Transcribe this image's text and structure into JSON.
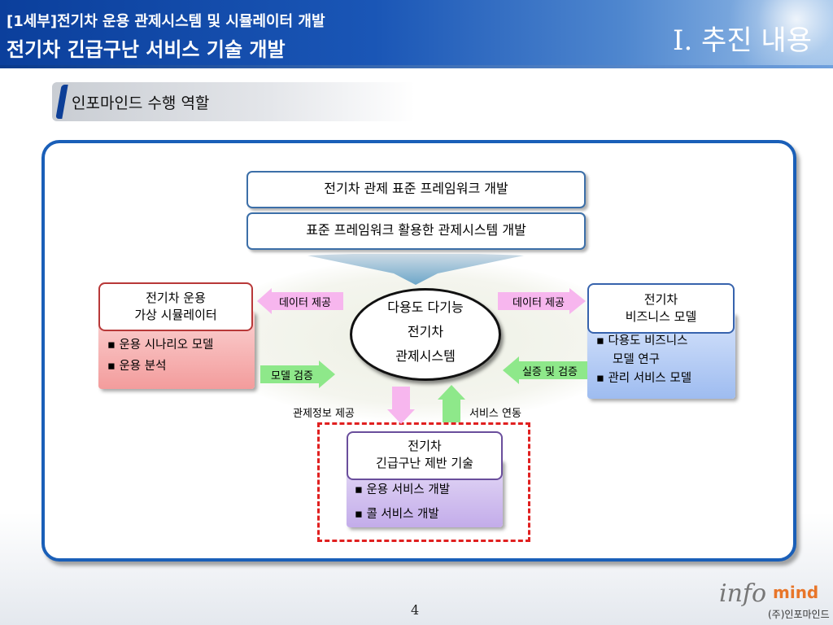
{
  "header": {
    "subtitle": "[1세부]전기차 운용 관제시스템 및 시뮬레이터 개발",
    "title": "전기차 긴급구난 서비스 기술 개발",
    "section": "Ⅰ. 추진 내용"
  },
  "subtitle": "인포마인드 수행 역할",
  "diagram": {
    "top_boxes": [
      "전기차 관제 표준 프레임워크 개발",
      "표준 프레임워크 활용한 관제시스템 개발"
    ],
    "center": {
      "line1": "다용도 다기능",
      "line2": "전기차",
      "line3": "관제시스템"
    },
    "left": {
      "head_line1": "전기차 운용",
      "head_line2": "가상 시뮬레이터",
      "bullets": [
        "운용 시나리오 모델",
        "운용 분석"
      ]
    },
    "right": {
      "head_line1": "전기차",
      "head_line2": "비즈니스 모델",
      "bullet1_line1": "다용도 비즈니스",
      "bullet1_line2": "모델 연구",
      "bullet2": "관리 서비스 모델"
    },
    "bottom": {
      "head_line1": "전기차",
      "head_line2": "긴급구난 제반 기술",
      "bullets": [
        "운용 서비스 개발",
        "콜 서비스 개발"
      ]
    },
    "arrows": {
      "left_data": "데이터 제공",
      "left_model": "모델 검증",
      "right_data": "데이터 제공",
      "right_verify": "실증 및 검증",
      "down": "관제정보 제공",
      "up": "서비스 연동"
    }
  },
  "footer": {
    "page": "4",
    "logo_main": "info",
    "logo_accent": "mind",
    "company": "(주)인포마인드"
  },
  "colors": {
    "header_blue": "#0b3f9c",
    "frame_blue": "#1a5fb8",
    "left_card": "#f5a9a9",
    "right_card": "#a9c4f2",
    "bottom_card": "#c9b5ea",
    "pink_arrow": "#f7b6ee",
    "green_arrow": "#8ee88a",
    "dashed_red": "#e02020"
  }
}
